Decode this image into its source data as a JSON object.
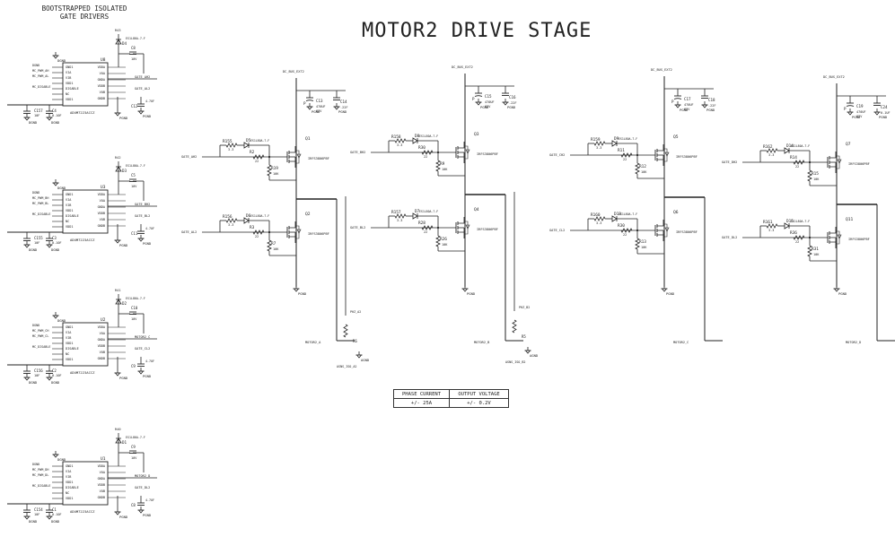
{
  "title": "MOTOR2 DRIVE STAGE",
  "subtitle": "BOOTSTRAPPED ISOLATED\nGATE DRIVERS",
  "spec_table": {
    "headers": [
      "PHASE CURRENT",
      "OUTPUT VOLTAGE"
    ],
    "row": [
      "+/- 25A",
      "+/- 0.2V"
    ]
  },
  "colors": {
    "ink": "#222222",
    "bus": "#000000"
  },
  "drivers": [
    {
      "ref": "U8",
      "part": "ADUM7223ACCZ",
      "diode": "D4",
      "diode_part": "ES1L80A-7-F",
      "boot_res": "R43",
      "cap_c": "C8",
      "cap_v": "10V",
      "byp": "C157",
      "byp_val": "10F",
      "c2": "C4",
      "c2_val": "0.10F",
      "pins_left": [
        "GND1",
        "VIA",
        "VIB",
        "VDD1",
        "DISABLE",
        "NC",
        "VDD1"
      ],
      "pins_right": [
        "VDDA",
        "VOA",
        "GNDA",
        "VDDB",
        "VOB",
        "GNDB"
      ],
      "nets_left": [
        "DGND",
        "MC_PWM_AH",
        "MC_PWM_AL",
        "",
        "MC_DISABLE"
      ],
      "out_a": "GATE_AH2",
      "out_b": "GATE_AL2",
      "bypass_right": "C12",
      "bypass_right_val": "4.7UF",
      "pgnd": "PGND",
      "dgnd": "DGND"
    },
    {
      "ref": "U3",
      "part": "ADUM7223ACCZ",
      "diode": "D3",
      "diode_part": "ES1L80A-7-F",
      "boot_res": "R42",
      "cap_c": "C5",
      "cap_v": "10V",
      "byp": "C155",
      "byp_val": "10F",
      "c2": "C3",
      "c2_val": "0.10F",
      "pins_left": [
        "GND1",
        "VIA",
        "VIB",
        "VDD1",
        "DISABLE",
        "NC",
        "VDD1"
      ],
      "pins_right": [
        "VDDA",
        "VOA",
        "GNDA",
        "VDDB",
        "VOB",
        "GNDB"
      ],
      "nets_left": [
        "DGND",
        "MC_PWM_BH",
        "MC_PWM_BL",
        "",
        "MC_DISABLE"
      ],
      "out_a": "GATE_BH2",
      "out_b": "GATE_BL2",
      "bypass_right": "C11",
      "bypass_right_val": "4.7UF",
      "pgnd": "PGND",
      "dgnd": "DGND"
    },
    {
      "ref": "U2",
      "part": "ADUM7223ACCZ",
      "diode": "D2",
      "diode_part": "ES1L80A-7-F",
      "boot_res": "R41",
      "cap_c": "C10",
      "cap_v": "10V",
      "byp": "C156",
      "byp_val": "10F",
      "c2": "C2",
      "c2_val": "0.10F",
      "pins_left": [
        "GND1",
        "VIA",
        "VIB",
        "VDD1",
        "DISABLE",
        "NC",
        "VDD1"
      ],
      "pins_right": [
        "VDDA",
        "VOA",
        "GNDA",
        "VDDB",
        "VOB",
        "GNDB"
      ],
      "nets_left": [
        "DGND",
        "MC_PWM_CH",
        "MC_PWM_CL",
        "",
        "MC_DISABLE"
      ],
      "out_a": "MOTOR2_C",
      "out_b": "GATE_CL2",
      "bypass_right": "C9",
      "bypass_right_val": "4.7UF",
      "pgnd": "PGND",
      "dgnd": "DGND"
    },
    {
      "ref": "U1",
      "part": "ADUM7223ACCZ",
      "diode": "D1",
      "diode_part": "ES1L80A-7-F",
      "boot_res": "R40",
      "cap_c": "C9",
      "cap_v": "10V",
      "byp": "C154",
      "byp_val": "10F",
      "c2": "C1",
      "c2_val": "0.10F",
      "pins_left": [
        "GND1",
        "VIA",
        "VIB",
        "VDD1",
        "DISABLE",
        "NC",
        "VDD1"
      ],
      "pins_right": [
        "VDDA",
        "VOA",
        "GNDA",
        "VDDB",
        "VOB",
        "GNDB"
      ],
      "nets_left": [
        "DGND",
        "MC_PWM_DH",
        "MC_PWM_DL",
        "",
        "MC_DISABLE"
      ],
      "out_a": "MOTOR2_D",
      "out_b": "GATE_DL2",
      "bypass_right": "C8",
      "bypass_right_val": "4.7UF",
      "pgnd": "PGND",
      "dgnd": "DGND"
    }
  ],
  "legs": [
    {
      "rail": "DC_BUS_EXT2",
      "cbulk": "C13",
      "cbulk_val": "470UF",
      "cbulk_v": "63V",
      "cdec": "C14",
      "cdec_val": ".22F",
      "pgnd": "PGND",
      "hs": {
        "q": "Q1",
        "rg": "R155",
        "rg_val": "3.3",
        "d": "D5",
        "rs": "R2",
        "rs_val": "22",
        "rp": "R19",
        "rp_val": "10K",
        "gate": "GATE_AH2",
        "part": "IRFS3806PBF"
      },
      "ls": {
        "q": "Q2",
        "rg": "R156",
        "rg_val": "3.3",
        "d": "D6",
        "rs": "R3",
        "rs_val": "22",
        "rp": "R7",
        "rp_val": "10K",
        "gate": "GATE_AL2",
        "part": "IRFS3806PBF"
      },
      "mid": "PHZ_A2",
      "out": "MOTOR2_A",
      "shunt": "R6",
      "sense": "ASNS_ISO_A2",
      "agnd": "AGND"
    },
    {
      "rail": "DC_BUS_EXT2",
      "cbulk": "C15",
      "cbulk_val": "470UF",
      "cbulk_v": "63V",
      "cdec": "C16",
      "cdec_val": ".22F",
      "pgnd": "PGND",
      "hs": {
        "q": "Q3",
        "rg": "R158",
        "rg_val": "3.3",
        "d": "D8",
        "rs": "R30",
        "rs_val": "22",
        "rp": "R9",
        "rp_val": "10K",
        "gate": "GATE_BH2",
        "part": "IRFS3806PBF"
      },
      "ls": {
        "q": "Q4",
        "rg": "R157",
        "rg_val": "3.3",
        "d": "D7",
        "rs": "R28",
        "rs_val": "22",
        "rp": "R26",
        "rp_val": "10K",
        "gate": "GATE_BL2",
        "part": "IRFS3806PBF"
      },
      "mid": "PHZ_B2",
      "out": "MOTOR2_B",
      "shunt": "R5",
      "sense": "ASNS_ISO_B2",
      "agnd": "AGND"
    },
    {
      "rail": "DC_BUS_EXT2",
      "cbulk": "C17",
      "cbulk_val": "470UF",
      "cbulk_v": "63V",
      "cdec": "C18",
      "cdec_val": ".22F",
      "pgnd": "PGND",
      "hs": {
        "q": "Q5",
        "rg": "R159",
        "rg_val": "3.3",
        "d": "D9",
        "rs": "R11",
        "rs_val": "22",
        "rp": "R12",
        "rp_val": "10K",
        "gate": "GATE_CH2",
        "part": "IRFS3806PBF"
      },
      "ls": {
        "q": "Q6",
        "rg": "R160",
        "rg_val": "3.3",
        "d": "D13",
        "rs": "R30",
        "rs_val": "22",
        "rp": "R13",
        "rp_val": "10K",
        "gate": "GATE_CL2",
        "part": "IRFS3806PBF"
      },
      "mid": "",
      "out": "MOTOR2_C",
      "shunt": "",
      "sense": "",
      "agnd": ""
    },
    {
      "rail": "DC_BUS_EXT2",
      "cbulk": "C19",
      "cbulk_val": "470UF",
      "cbulk_v": "63V",
      "cdec": "C24",
      "cdec_val": "0.1UF",
      "pgnd": "PGND",
      "hs": {
        "q": "Q7",
        "rg": "R162",
        "rg_val": "3.3",
        "d": "D14",
        "rs": "R14",
        "rs_val": "22",
        "rp": "R15",
        "rp_val": "10K",
        "gate": "GATE_DH2",
        "part": "IRFS3806PBF"
      },
      "ls": {
        "q": "Q11",
        "rg": "R161",
        "rg_val": "3.3",
        "d": "D15",
        "rs": "R36",
        "rs_val": "22",
        "rp": "R31",
        "rp_val": "10K",
        "gate": "GATE_DL2",
        "part": "IRFS3806PBF"
      },
      "mid": "",
      "out": "MOTOR2_D",
      "shunt": "",
      "sense": "",
      "agnd": ""
    }
  ]
}
